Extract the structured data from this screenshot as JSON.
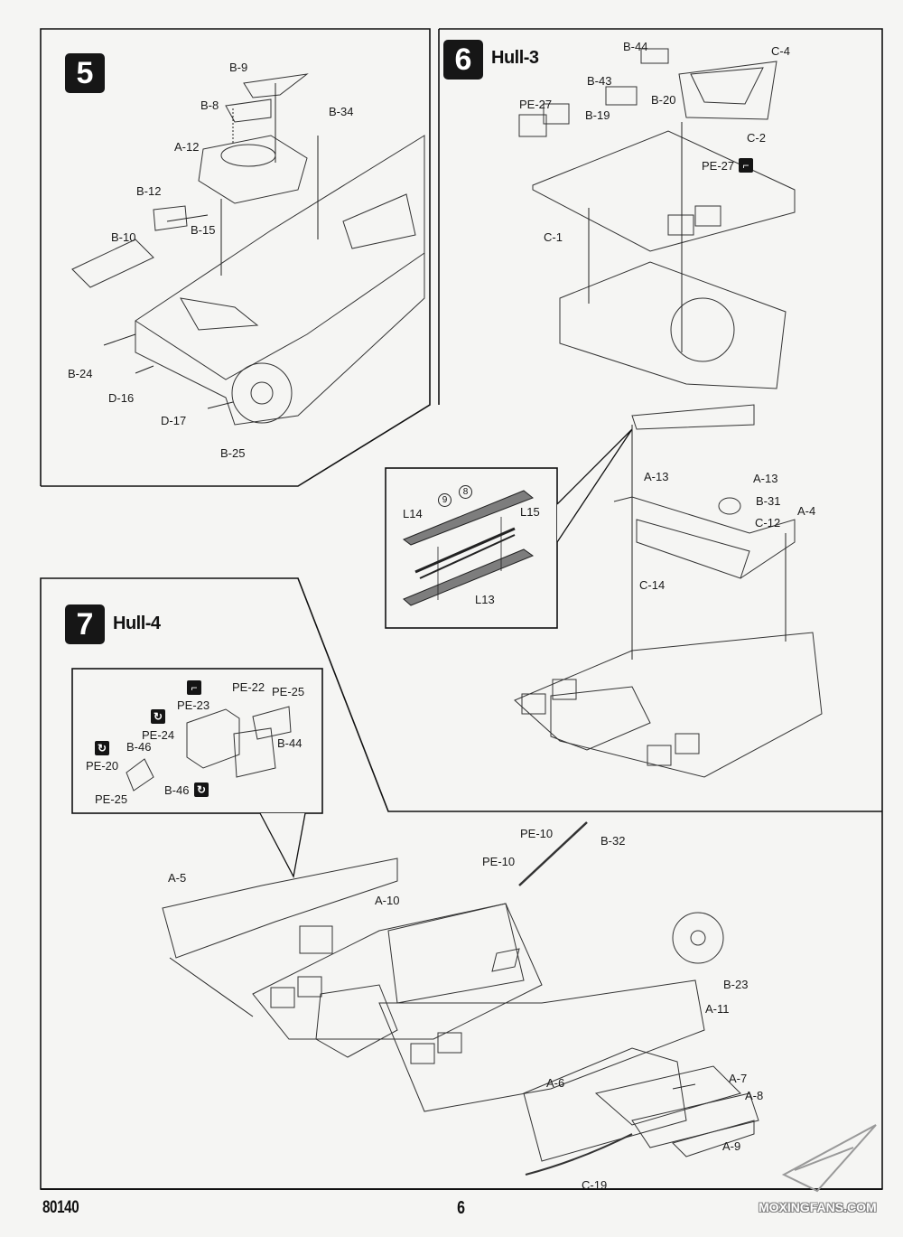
{
  "document": {
    "type": "model kit assembly instructions",
    "kit_number": "80140",
    "page_number": "6",
    "watermark": "MOXINGFANS.COM"
  },
  "steps": [
    {
      "number": "5",
      "title": "",
      "parts": [
        "B-9",
        "B-8",
        "B-34",
        "A-12",
        "B-12",
        "B-15",
        "B-10",
        "B-24",
        "D-16",
        "D-17",
        "B-25"
      ]
    },
    {
      "number": "6",
      "title": "Hull-3",
      "parts": [
        "B-44",
        "C-4",
        "B-43",
        "B-20",
        "PE-27",
        "B-19",
        "C-2",
        "PE-27",
        "C-1"
      ],
      "detail_inset": {
        "parts": [
          "L14",
          "L15",
          "L13"
        ],
        "callouts": [
          "9",
          "8"
        ]
      },
      "sub_parts": [
        "A-13",
        "A-13",
        "B-31",
        "C-12",
        "A-4",
        "C-14"
      ]
    },
    {
      "number": "7",
      "title": "Hull-4",
      "detail_inset": {
        "parts": [
          "PE-22",
          "PE-25",
          "PE-23",
          "PE-24",
          "B-46",
          "PE-20",
          "PE-25",
          "B-46",
          "B-44"
        ]
      },
      "parts": [
        "PE-10",
        "B-32",
        "PE-10",
        "A-5",
        "A-10",
        "B-23",
        "A-11",
        "A-7",
        "A-6",
        "A-8",
        "A-9",
        "C-19"
      ]
    }
  ],
  "icons": {
    "pe_cut_icon": "photo-etch-cutter",
    "pe_bend_icon": "bend-symbol"
  }
}
